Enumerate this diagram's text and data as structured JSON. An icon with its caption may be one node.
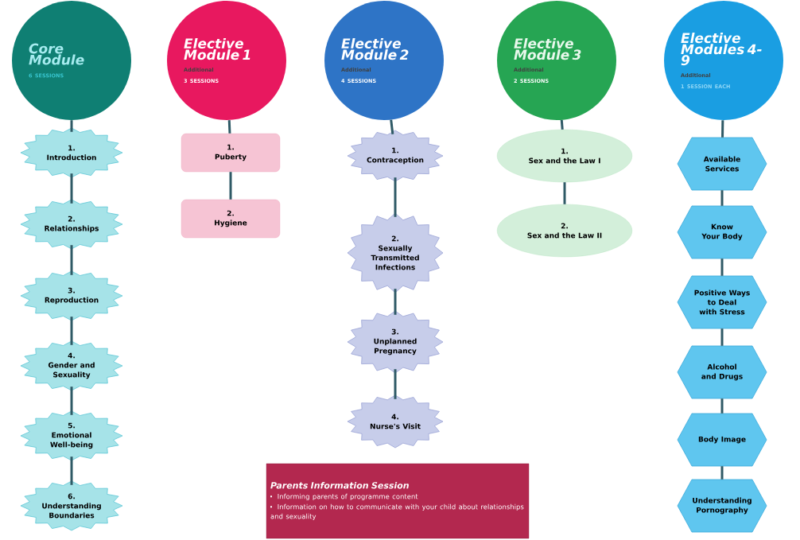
{
  "diagram": {
    "nodes": [
      {
        "text": [
          "Core Module",
          "6 SESSIONS"
        ]
      },
      {
        "text": [
          "1.",
          "Introduction"
        ]
      },
      {
        "text": [
          "2.",
          "Relationships"
        ]
      },
      {
        "text": [
          "3.",
          "Reproduction"
        ]
      },
      {
        "text": [
          "4.",
          "Gender and Sexuality"
        ]
      },
      {
        "text": [
          "5.",
          "Emotional Well-being"
        ]
      },
      {
        "text": [
          "6.",
          "Understanding Boundaries"
        ]
      },
      {
        "text": [
          "Elective Module 1",
          "Additional",
          "3 SESSIONS"
        ]
      },
      {
        "text": [
          "1.",
          "Puberty"
        ]
      },
      {
        "text": [
          "2.",
          "Hygiene"
        ]
      },
      {
        "text": [
          "Elective Module 2",
          "Additional",
          "4 SESSIONS"
        ]
      },
      {
        "text": [
          "1.",
          "Contraception"
        ]
      },
      {
        "text": [
          "2.",
          "Sexually Transmitted Infections"
        ]
      },
      {
        "text": [
          "3.",
          "Unplanned Pregnancy"
        ]
      },
      {
        "text": [
          "4.",
          "Nurse's Visit"
        ]
      },
      {
        "text": [
          "Elective Module 3",
          "Additional",
          "2 SESSIONS"
        ]
      },
      {
        "text": [
          "1.",
          "Sex and the Law I"
        ]
      },
      {
        "text": [
          "2.",
          "Sex and the Law II"
        ]
      },
      {
        "text": [
          "Elective Modules 4-9",
          "Additional",
          "1 SESSION EACH"
        ]
      },
      {
        "text": [
          "Available Services"
        ]
      },
      {
        "text": [
          "Know Your Body"
        ]
      },
      {
        "text": [
          "Positive Ways to Deal with Stress"
        ]
      },
      {
        "text": [
          "Alcohol and Drugs"
        ]
      },
      {
        "text": [
          "Body Image"
        ]
      },
      {
        "text": [
          "Understanding Pornography"
        ]
      },
      {
        "text": [
          "Parents Information Session",
          "Informing parents of programme content",
          "Information on how to communicate with your child about relationships and sexuality"
        ]
      }
    ],
    "edges": [
      {
        "from": 0,
        "to": 1,
        "arrow": "none"
      },
      {
        "from": 1,
        "to": 2,
        "arrow": "none"
      },
      {
        "from": 2,
        "to": 3,
        "arrow": "none"
      },
      {
        "from": 3,
        "to": 4,
        "arrow": "none"
      },
      {
        "from": 4,
        "to": 5,
        "arrow": "none"
      },
      {
        "from": 5,
        "to": 6,
        "arrow": "none"
      },
      {
        "from": 7,
        "to": 8,
        "arrow": "none"
      },
      {
        "from": 8,
        "to": 9,
        "arrow": "none"
      },
      {
        "from": 10,
        "to": 11,
        "arrow": "none"
      },
      {
        "from": 11,
        "to": 12,
        "arrow": "none"
      },
      {
        "from": 12,
        "to": 13,
        "arrow": "none"
      },
      {
        "from": 13,
        "to": 14,
        "arrow": "none"
      },
      {
        "from": 15,
        "to": 16,
        "arrow": "none"
      },
      {
        "from": 16,
        "to": 17,
        "arrow": "none"
      },
      {
        "from": 18,
        "to": 19,
        "arrow": "none"
      },
      {
        "from": 19,
        "to": 20,
        "arrow": "none"
      },
      {
        "from": 20,
        "to": 21,
        "arrow": "none"
      },
      {
        "from": 21,
        "to": 22,
        "arrow": "none"
      },
      {
        "from": 22,
        "to": 23,
        "arrow": "none"
      },
      {
        "from": 23,
        "to": 24,
        "arrow": "none"
      }
    ]
  }
}
